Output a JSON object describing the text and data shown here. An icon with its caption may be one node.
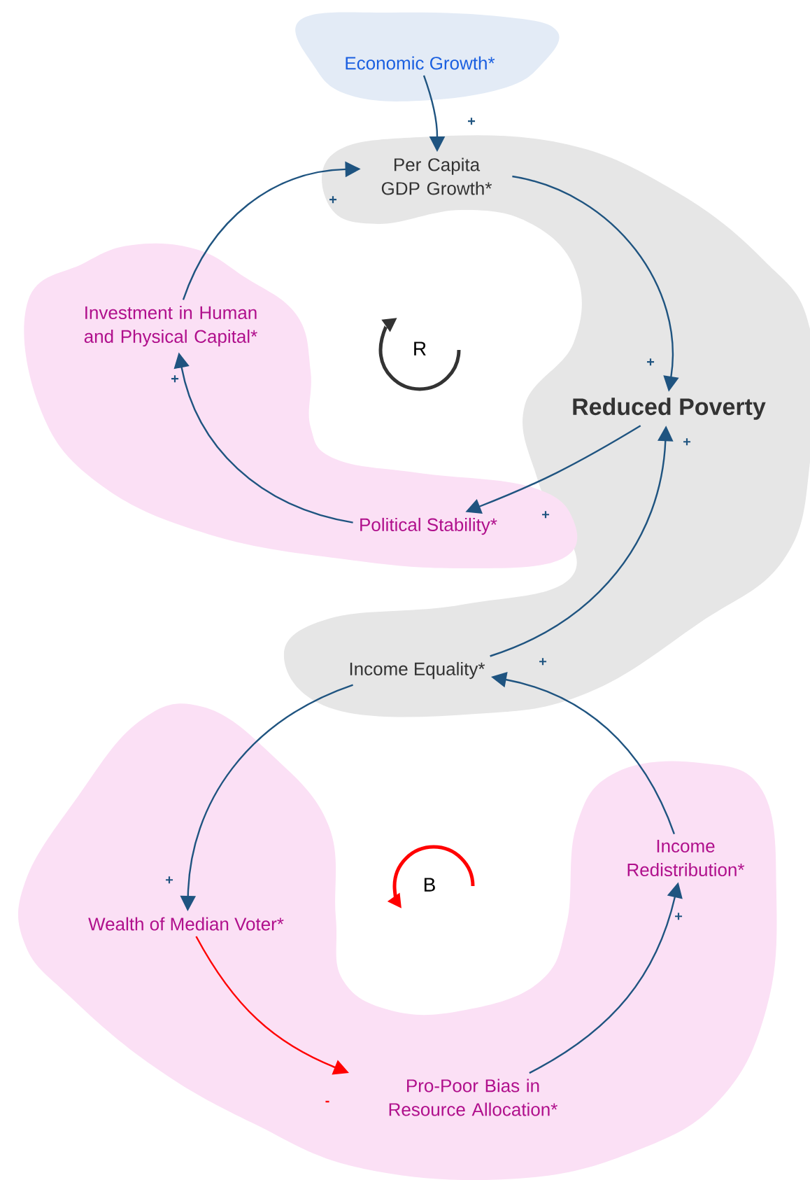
{
  "diagram": {
    "nodes": [
      {
        "text": [
          "Economic Growth*"
        ]
      },
      {
        "text": [
          "Per Capita GDP Growth*"
        ]
      },
      {
        "text": [
          "Investment in Human and Physical Capital*"
        ]
      },
      {
        "text": [
          "Reduced Poverty"
        ]
      },
      {
        "text": [
          "Political Stability*"
        ]
      },
      {
        "text": [
          "Income Equality*"
        ]
      },
      {
        "text": [
          "Income Redistribution*"
        ]
      },
      {
        "text": [
          "Wealth of Median Voter*"
        ]
      },
      {
        "text": [
          "Pro-Poor Bias in Resource Allocation*"
        ]
      }
    ],
    "edges": [
      {
        "from": 0,
        "to": 1,
        "arrow": "to",
        "label": "+"
      },
      {
        "from": 2,
        "to": 1,
        "arrow": "to",
        "label": "+"
      },
      {
        "from": 1,
        "to": 3,
        "arrow": "to",
        "label": "+"
      },
      {
        "from": 3,
        "to": 4,
        "arrow": "to",
        "label": "+"
      },
      {
        "from": 4,
        "to": 2,
        "arrow": "to",
        "label": "+"
      },
      {
        "from": 5,
        "to": 3,
        "arrow": "to",
        "label": "+"
      },
      {
        "from": 6,
        "to": 5,
        "arrow": "to",
        "label": "+"
      },
      {
        "from": 5,
        "to": 7,
        "arrow": "to",
        "label": "+"
      },
      {
        "from": 7,
        "to": 8,
        "arrow": "to",
        "label": "-",
        "color": "#ff0000"
      },
      {
        "from": 8,
        "to": 6,
        "arrow": "to",
        "label": "+"
      }
    ],
    "labels": [
      "R",
      "B"
    ]
  }
}
